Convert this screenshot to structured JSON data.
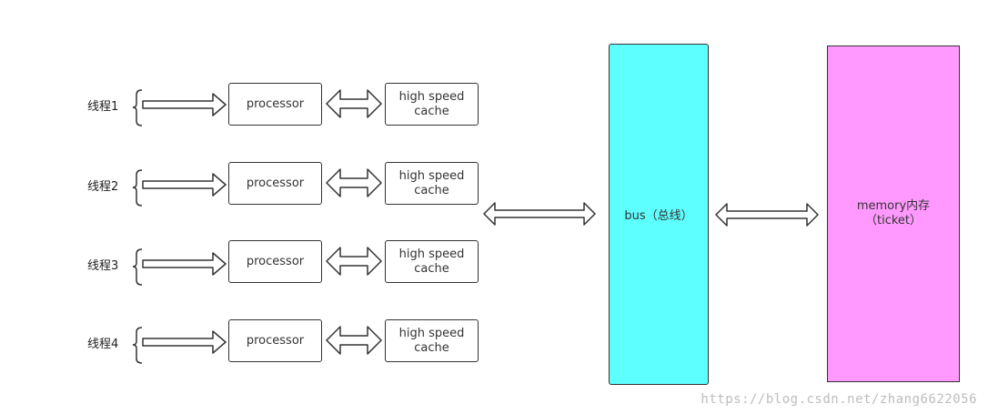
{
  "threads": [
    {
      "label": "线程1",
      "processor": "processor",
      "cache_line1": "high speed",
      "cache_line2": "cache"
    },
    {
      "label": "线程2",
      "processor": "processor",
      "cache_line1": "high speed",
      "cache_line2": "cache"
    },
    {
      "label": "线程3",
      "processor": "processor",
      "cache_line1": "high speed",
      "cache_line2": "cache"
    },
    {
      "label": "线程4",
      "processor": "processor",
      "cache_line1": "high speed",
      "cache_line2": "cache"
    }
  ],
  "bus": {
    "label": "bus（总线）",
    "color": "#5effff"
  },
  "memory": {
    "line1": "memory内存",
    "line2": "（ticket）",
    "color": "#ff99ff"
  },
  "watermark": "https://blog.csdn.net/zhang6622056"
}
